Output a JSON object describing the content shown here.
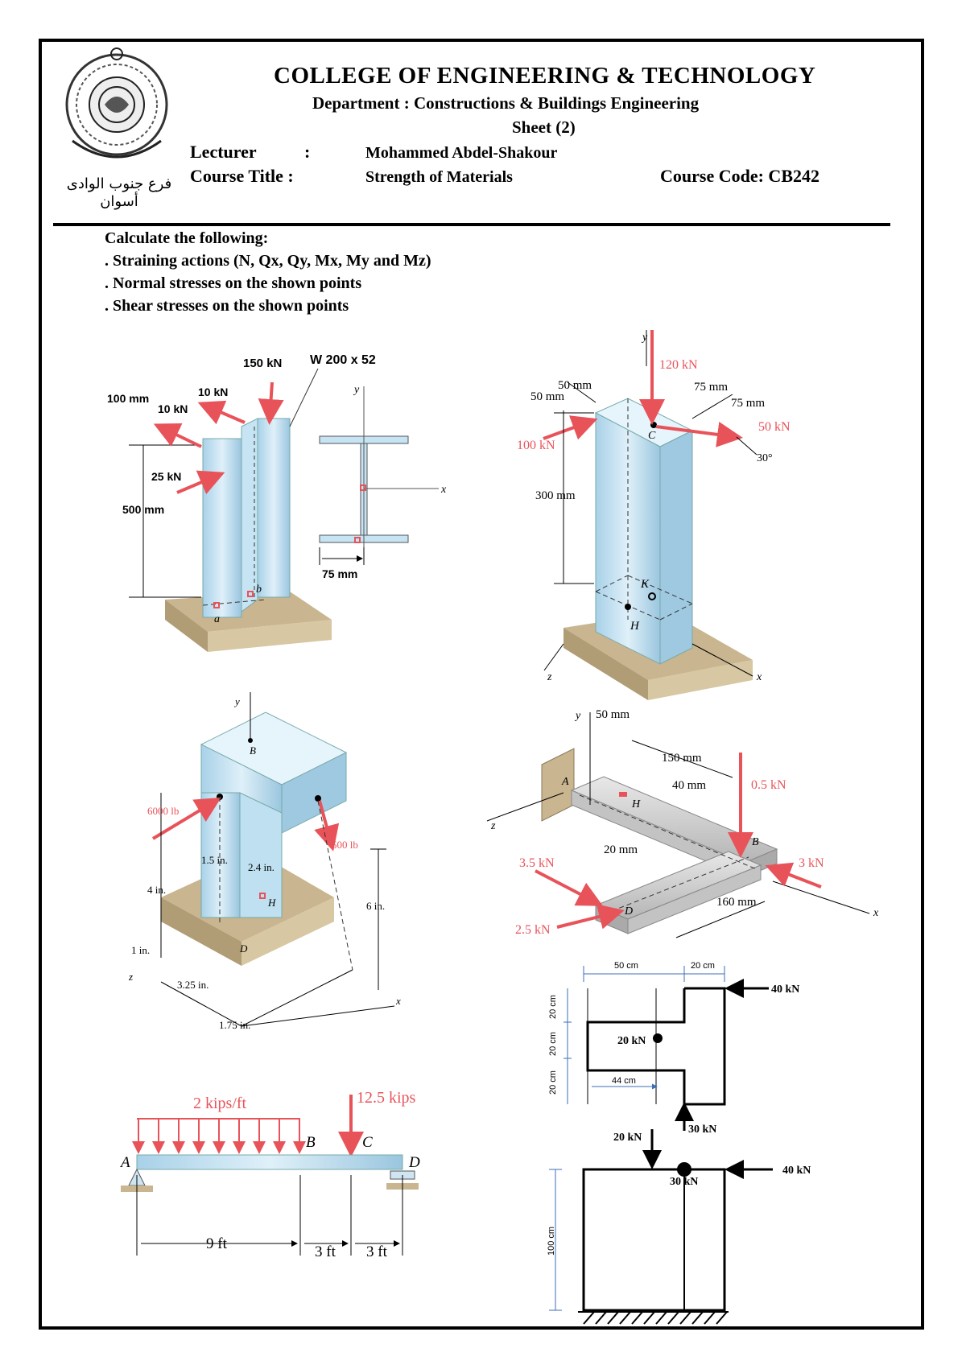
{
  "header": {
    "college": "COLLEGE OF ENGINEERING & TECHNOLOGY",
    "department": "Department : Constructions & Buildings Engineering",
    "sheet": "Sheet (2)",
    "lecturer_label": "Lecturer",
    "lecturer_colon": ":",
    "lecturer_name": "Mohammed Abdel-Shakour",
    "course_title_label": "Course Title :",
    "course_title": "Strength of Materials",
    "course_code": "Course Code:  CB242",
    "branch_line1": "فرع جنوب الوادى",
    "branch_line2": "أسوان"
  },
  "instructions": {
    "heading": "Calculate the following:",
    "item1": ". Straining actions (N, Qx, Qy, Mx, My and Mz)",
    "item2": ". Normal stresses on the shown points",
    "item3": ". Shear stresses on the shown points"
  },
  "colors": {
    "force": "#e8535a",
    "member": "#b9dcef",
    "base": "#d7c7a3",
    "dim": "#3b6fb6"
  },
  "fig1": {
    "f150": "150 kN",
    "section": "W 200 x 52",
    "d100": "100 mm",
    "f10a": "10 kN",
    "f10b": "10 kN",
    "f25": "25 kN",
    "d500": "500 mm",
    "d75": "75 mm",
    "y": "y",
    "x": "x",
    "a": "a",
    "b": "b"
  },
  "fig2": {
    "f120": "120 kN",
    "d50a": "50 mm",
    "d50b": "50 mm",
    "d75a": "75 mm",
    "d75b": "75 mm",
    "f50": "50 kN",
    "f100": "100 kN",
    "d300": "300 mm",
    "ang": "30°",
    "C": "C",
    "K": "K",
    "H": "H",
    "y": "y",
    "z": "z",
    "x": "x"
  },
  "fig3": {
    "f6000": "6000 lb",
    "f500": "500 lb",
    "d15": "1.5 in.",
    "d24": "2.4 in.",
    "d4": "4 in.",
    "d6": "6 in.",
    "d1": "1 in.",
    "d325": "3.25 in.",
    "d175": "1.75 in.",
    "B": "B",
    "H": "H",
    "D": "D",
    "y": "y",
    "z": "z",
    "x": "x"
  },
  "fig4": {
    "d50": "50 mm",
    "d150": "150 mm",
    "d40": "40 mm",
    "f05": "0.5 kN",
    "d20": "20 mm",
    "f35": "3.5 kN",
    "f3": "3 kN",
    "d160": "160 mm",
    "f25": "2.5 kN",
    "A": "A",
    "H": "H",
    "B": "B",
    "D": "D",
    "y": "y",
    "z": "z",
    "x": "x"
  },
  "fig5": {
    "w": "2 kips/ft",
    "P": "12.5 kips",
    "A": "A",
    "B": "B",
    "C": "C",
    "D": "D",
    "L1": "9 ft",
    "L2": "3 ft",
    "L3": "3 ft"
  },
  "fig6": {
    "d50": "50 cm",
    "d20": "20 cm",
    "f40": "40 kN",
    "v1": "20 cm",
    "v2": "20 cm",
    "v3": "20 cm",
    "f20": "20 kN",
    "d44": "44 cm",
    "f30": "30 kN"
  },
  "fig7": {
    "f20": "20 kN",
    "f30": "30 kN",
    "f40": "40 kN",
    "d100": "100 cm"
  }
}
